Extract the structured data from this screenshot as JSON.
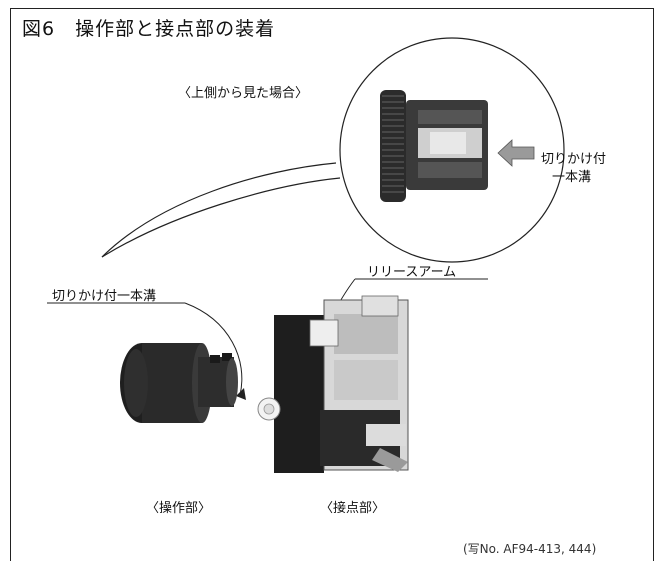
{
  "figure": {
    "title": "図6　操作部と接点部の装着"
  },
  "labels": {
    "top_view": "〈上側から見た場合〉",
    "notch_groove_right_line1": "切りかけ付",
    "notch_groove_right_line2": "一本溝",
    "notch_groove_left": "切りかけ付一本溝",
    "release_arm": "リリースアーム",
    "operating_part": "〈操作部〉",
    "contact_part": "〈接点部〉"
  },
  "credit": "(写No. AF94-413, 444)"
}
